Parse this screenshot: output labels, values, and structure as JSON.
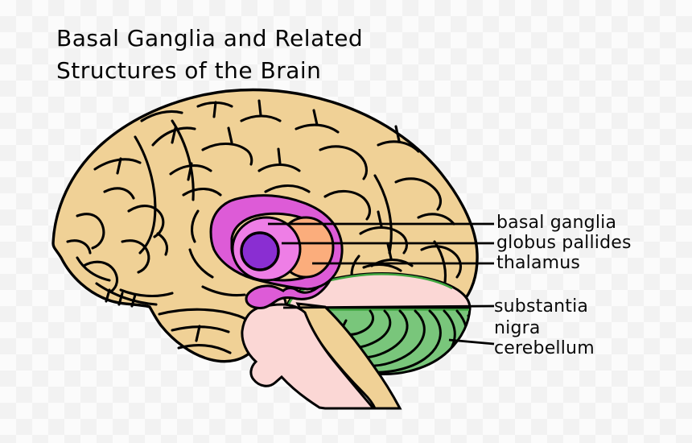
{
  "title": {
    "line1": "Basal Ganglia and Related",
    "line2": "Structures of the Brain"
  },
  "labels": {
    "basal_ganglia": "basal ganglia",
    "globus_pallides": "globus pallides",
    "thalamus": "thalamus",
    "substantia_line1": "substantia",
    "substantia_line2": "nigra",
    "cerebellum": "cerebellum"
  },
  "colors": {
    "cerebrum_tan": "#F0D196",
    "outline_black": "#000000",
    "brainstem_pink": "#FBD7D5",
    "cerebellum_green": "#79C67B",
    "cerebellum_top_line_green": "#3FA63F",
    "basal_ganglia_magenta": "#DD5BD7",
    "putamen_magenta": "#EE7EE6",
    "globus_pallidus_purple": "#8A2ED2",
    "thalamus_orange": "#FBAD7C",
    "background_checker_light": "#FBFBFB",
    "background_checker_dark": "#F2F2F2"
  }
}
